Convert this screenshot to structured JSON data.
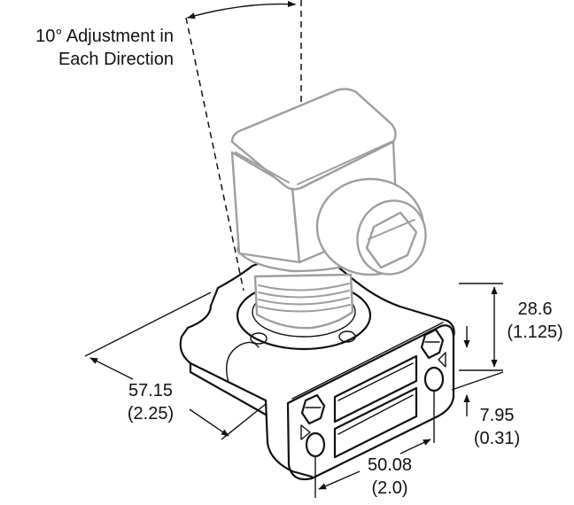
{
  "annotation": {
    "line1": "10° Adjustment in",
    "line2": "Each Direction"
  },
  "dimensions": {
    "height_mm": "28.6",
    "height_in": "(1.125)",
    "depth_mm": "57.15",
    "depth_in": "(2.25)",
    "offset_mm": "7.95",
    "offset_in": "(0.31)",
    "width_mm": "50.08",
    "width_in": "(2.0)"
  },
  "adjustment_angle_deg": 10
}
